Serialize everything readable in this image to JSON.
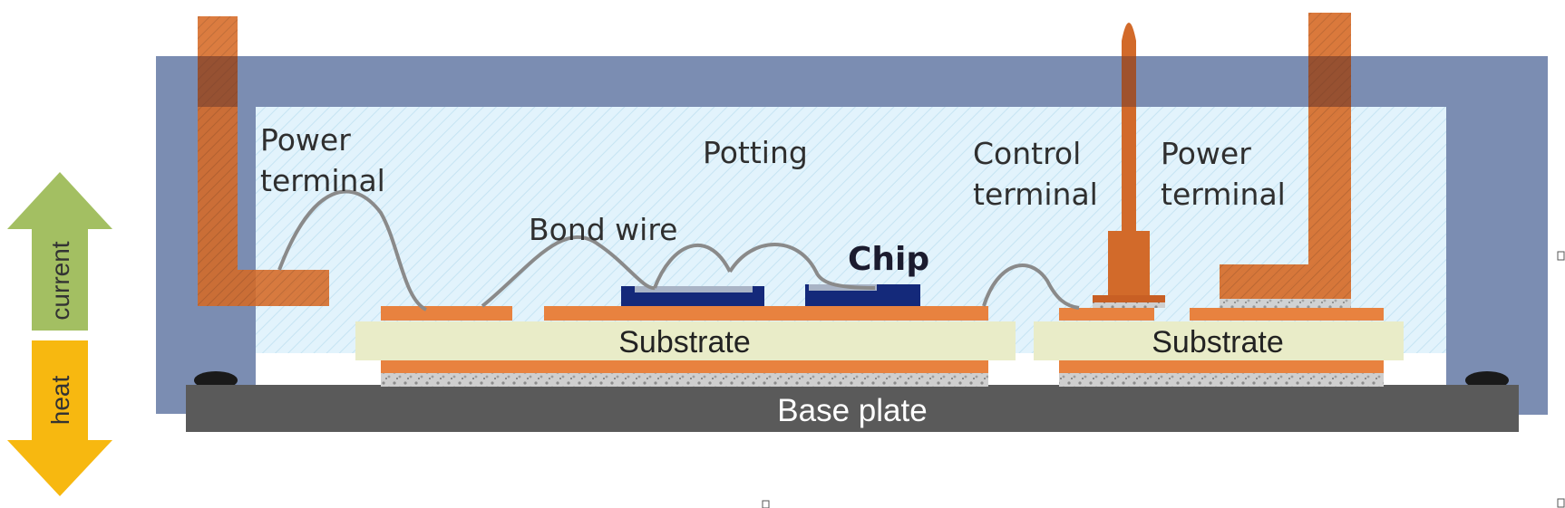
{
  "labels": {
    "power_terminal_left_1": "Power",
    "power_terminal_left_2": "terminal",
    "potting": "Potting",
    "bond_wire": "Bond wire",
    "chip": "Chip",
    "control_terminal_1": "Control",
    "control_terminal_2": "terminal",
    "power_terminal_right_1": "Power",
    "power_terminal_right_2": "terminal",
    "substrate_left": "Substrate",
    "substrate_right": "Substrate",
    "base_plate": "Base plate"
  },
  "arrows": {
    "current": "current",
    "heat": "heat"
  },
  "colors": {
    "housing": "#7b8db2",
    "housing_top": "#6d80a8",
    "potting": "#dff1fb",
    "copper": "#e8823f",
    "terminal": "#d26a2a",
    "substrate": "#e9ecc8",
    "chip": "#14297a",
    "base_plate": "#5a5a5a",
    "current_arrow": "#a3bf62",
    "heat_arrow": "#f7b810"
  }
}
